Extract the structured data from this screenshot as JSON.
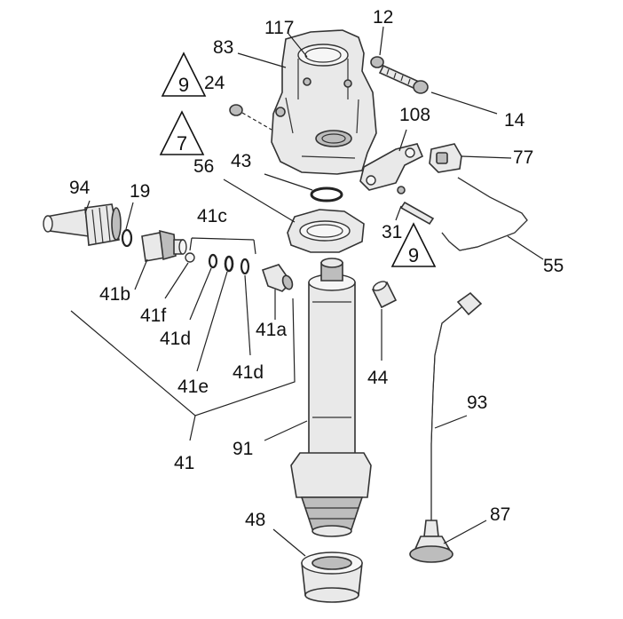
{
  "labels": {
    "l117": "117",
    "l12": "12",
    "l83": "83",
    "l24": "24",
    "l14": "14",
    "l108": "108",
    "l77": "77",
    "l43": "43",
    "l56": "56",
    "l94": "94",
    "l19": "19",
    "l41c": "41c",
    "l31": "31",
    "l55": "55",
    "l41b": "41b",
    "l41f": "41f",
    "l41d_a": "41d",
    "l41a": "41a",
    "l44": "44",
    "l41e": "41e",
    "l41d_b": "41d",
    "l93": "93",
    "l91": "91",
    "l41": "41",
    "l87": "87",
    "l48": "48"
  },
  "callouts": {
    "t1": "9",
    "t2": "7",
    "t3": "9"
  }
}
